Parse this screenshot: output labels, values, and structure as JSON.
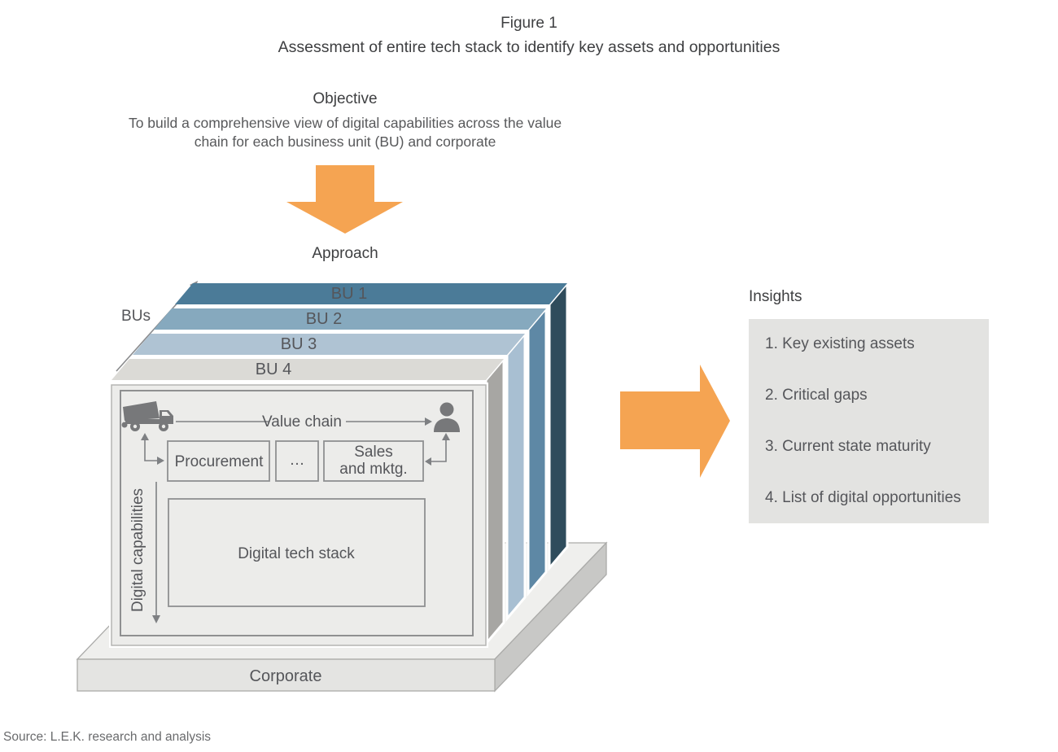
{
  "figure": {
    "label": "Figure 1",
    "title": "Assessment of entire tech stack to identify key assets and opportunities"
  },
  "objective": {
    "heading": "Objective",
    "text": "To build a comprehensive view of digital capabilities across the value chain for each business unit (BU) and corporate"
  },
  "approach": {
    "heading": "Approach",
    "bus_axis_label": "BUs",
    "layers": [
      "BU 1",
      "BU 2",
      "BU 3",
      "BU 4"
    ],
    "value_chain_label": "Value chain",
    "value_chain_steps": [
      {
        "label": "Procurement"
      },
      {
        "label": "…"
      },
      {
        "label_line1": "Sales",
        "label_line2": "and mktg."
      }
    ],
    "digital_capabilities_label": "Digital capabilities",
    "tech_stack_label": "Digital tech stack",
    "corporate_label": "Corporate"
  },
  "insights": {
    "heading": "Insights",
    "items": [
      "1. Key existing assets",
      "2. Critical gaps",
      "3. Current state maturity",
      "4. List of digital opportunities"
    ]
  },
  "source": {
    "text": "Source: L.E.K. research and analysis"
  },
  "colors": {
    "accent_orange": "#F5A452",
    "bu1_top": "#4B7B98",
    "bu2_top": "#86A9BE",
    "bu3_top": "#AFC3D3",
    "bu4_top": "#DBDAD6",
    "bu1_side": "#2F4C5C",
    "bu2_side": "#5E88A5",
    "bu3_side": "#A8BFD2",
    "bu4_side": "#A7A6A3",
    "panel_bg": "#ECECEA",
    "base_front": "#E4E4E2",
    "base_top": "#EFEFED",
    "base_side": "#C8C8C6",
    "insights_bg": "#E3E3E1",
    "heading_text": "#3E3F41",
    "body_text": "#58595B",
    "line_gray": "#7E8083"
  }
}
